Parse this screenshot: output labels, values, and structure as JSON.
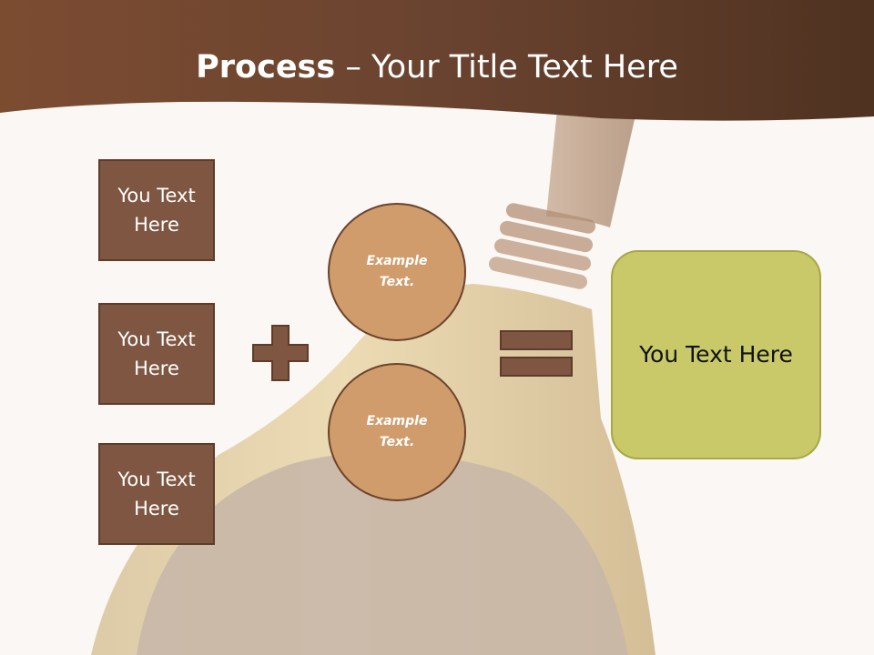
{
  "title": {
    "bold": "Process",
    "rest": " – Your Title Text Here"
  },
  "inputs": [
    {
      "label": "You Text Here"
    },
    {
      "label": "You Text Here"
    },
    {
      "label": "You Text Here"
    }
  ],
  "examples": [
    {
      "label": "Example Text."
    },
    {
      "label": "Example Text."
    }
  ],
  "operators": {
    "plus": "plus-icon",
    "equals": "equals-icon"
  },
  "result": {
    "label": "You Text Here"
  },
  "colors": {
    "banner": "#6e4630",
    "box": "#7e5641",
    "circle": "#d09c6c",
    "result": "#c9c96a",
    "operator": "#7e5641"
  }
}
